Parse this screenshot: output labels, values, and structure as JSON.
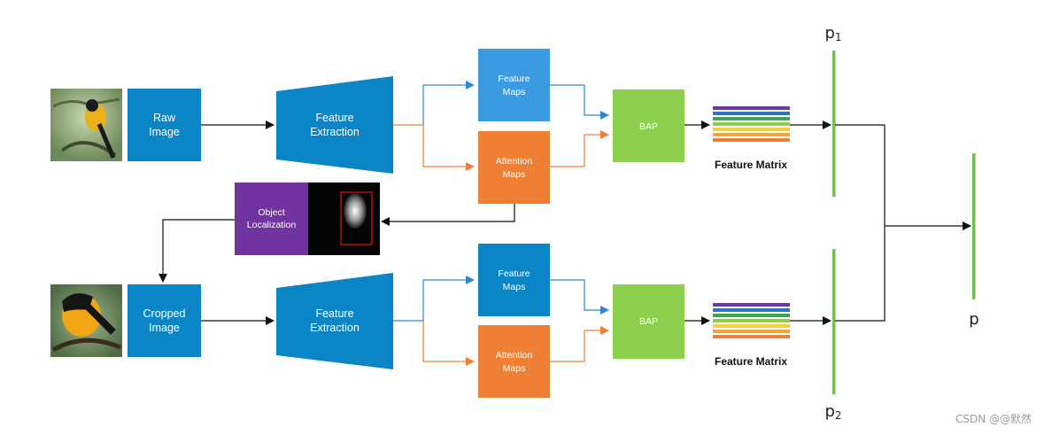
{
  "top_branch": {
    "input_label_1": "Raw",
    "input_label_2": "Image",
    "extraction_1": "Feature",
    "extraction_2": "Extraction",
    "feature_maps_1": "Feature",
    "feature_maps_2": "Maps",
    "attention_maps_1": "Attention",
    "attention_maps_2": "Maps",
    "bap": "BAP",
    "matrix_caption": "Feature Matrix",
    "output": "p",
    "output_sub": "1"
  },
  "localization": {
    "label_1": "Object",
    "label_2": "Localization"
  },
  "bottom_branch": {
    "input_label_1": "Cropped",
    "input_label_2": "Image",
    "extraction_1": "Feature",
    "extraction_2": "Extraction",
    "feature_maps_1": "Feature",
    "feature_maps_2": "Maps",
    "attention_maps_1": "Attention",
    "attention_maps_2": "Maps",
    "bap": "BAP",
    "matrix_caption": "Feature Matrix",
    "output": "p",
    "output_sub": "2"
  },
  "final_output": "p",
  "watermark": "CSDN @@默然",
  "colors": {
    "blue": "#0a86c6",
    "light_blue": "#3a9be0",
    "orange": "#ef7f32",
    "green": "#8dcf4e",
    "purple": "#7033a0",
    "matrix_stripes": [
      "#6a3aa2",
      "#2e73c4",
      "#3ea35c",
      "#8fcc4a",
      "#f2d23a",
      "#f4a53a",
      "#ef7f32"
    ]
  }
}
